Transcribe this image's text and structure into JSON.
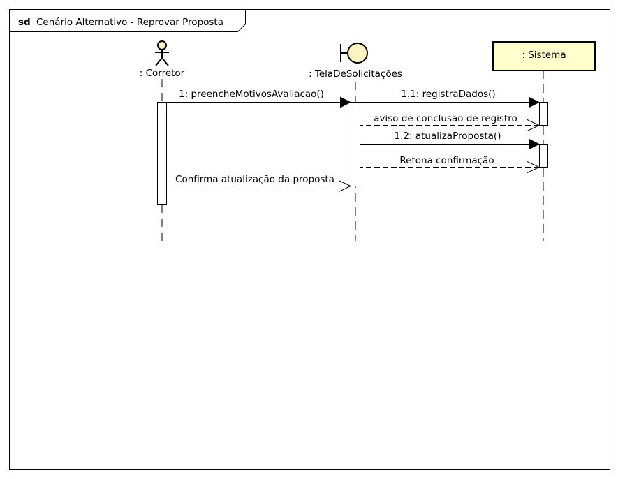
{
  "frame": {
    "keyword": "sd",
    "title": "Cenário Alternativo - Reprovar Proposta"
  },
  "participants": {
    "actor": {
      "name": ": Corretor",
      "icon": "actor-stick-figure-icon"
    },
    "boundary": {
      "name": ": TelaDeSolicitações",
      "icon": "boundary-icon"
    },
    "system": {
      "name": ": Sistema"
    }
  },
  "messages": {
    "m1": "1: preencheMotivosAvaliacao()",
    "m1_1": "1.1: registraDados()",
    "r1_1": "aviso de conclusão de registro",
    "m1_2": "1.2: atualizaProposta()",
    "r1_2": "Retona confirmação",
    "r1": "Confirma atualização da proposta"
  },
  "colors": {
    "line": "#000000",
    "system_fill": "#ffffcc",
    "boundary_fill": "#fff3bf",
    "background": "#ffffff"
  }
}
